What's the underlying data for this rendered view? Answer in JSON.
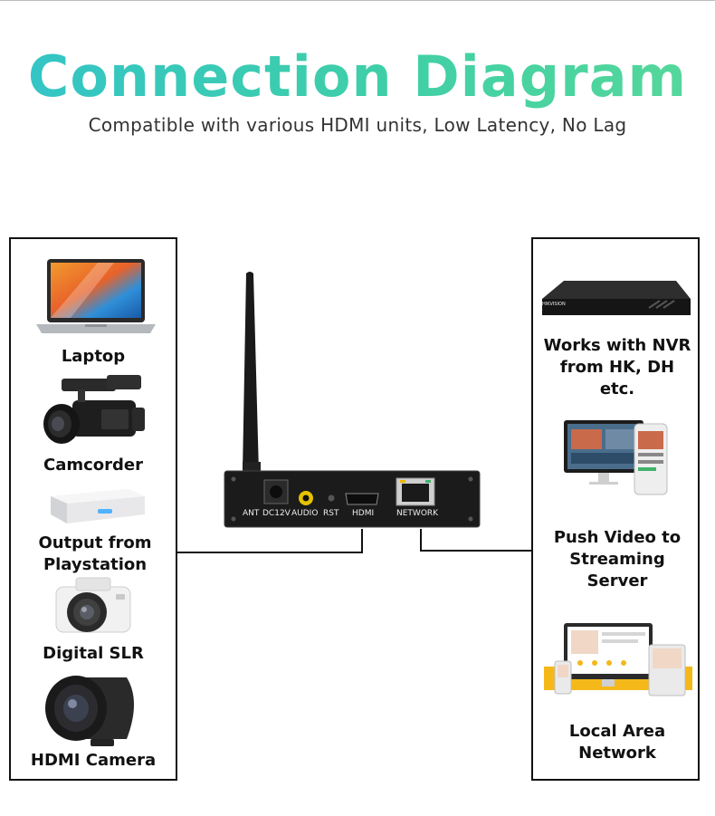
{
  "header": {
    "title": "Connection Diagram",
    "subtitle": "Compatible with various HDMI units, Low Latency, No Lag"
  },
  "inputs": [
    {
      "label": "Laptop",
      "icon": "laptop-icon"
    },
    {
      "label": "Camcorder",
      "icon": "camcorder-icon"
    },
    {
      "label": "Output from Playstation",
      "icon": "playstation-icon"
    },
    {
      "label": "Digital SLR",
      "icon": "dslr-camera-icon"
    },
    {
      "label": "HDMI Camera",
      "icon": "hdmi-camera-icon"
    }
  ],
  "outputs": [
    {
      "label": "Works with NVR from HK, DH etc.",
      "icon": "nvr-icon"
    },
    {
      "label": "Push Video to Streaming Server",
      "icon": "streaming-icon"
    },
    {
      "label": "Local Area Network",
      "icon": "lan-icon"
    }
  ],
  "device": {
    "ports": {
      "ant": "ANT",
      "dc": "DC12V",
      "audio": "AUDIO",
      "rst": "RST",
      "hdmi": "HDMI",
      "network": "NETWORK"
    },
    "nvr_brand": "HIKVISION"
  },
  "colors": {
    "title_gradient_start": "#33c4c8",
    "title_gradient_end": "#56d89a",
    "panel_border": "#111111",
    "device_body": "#1b1b1b"
  }
}
